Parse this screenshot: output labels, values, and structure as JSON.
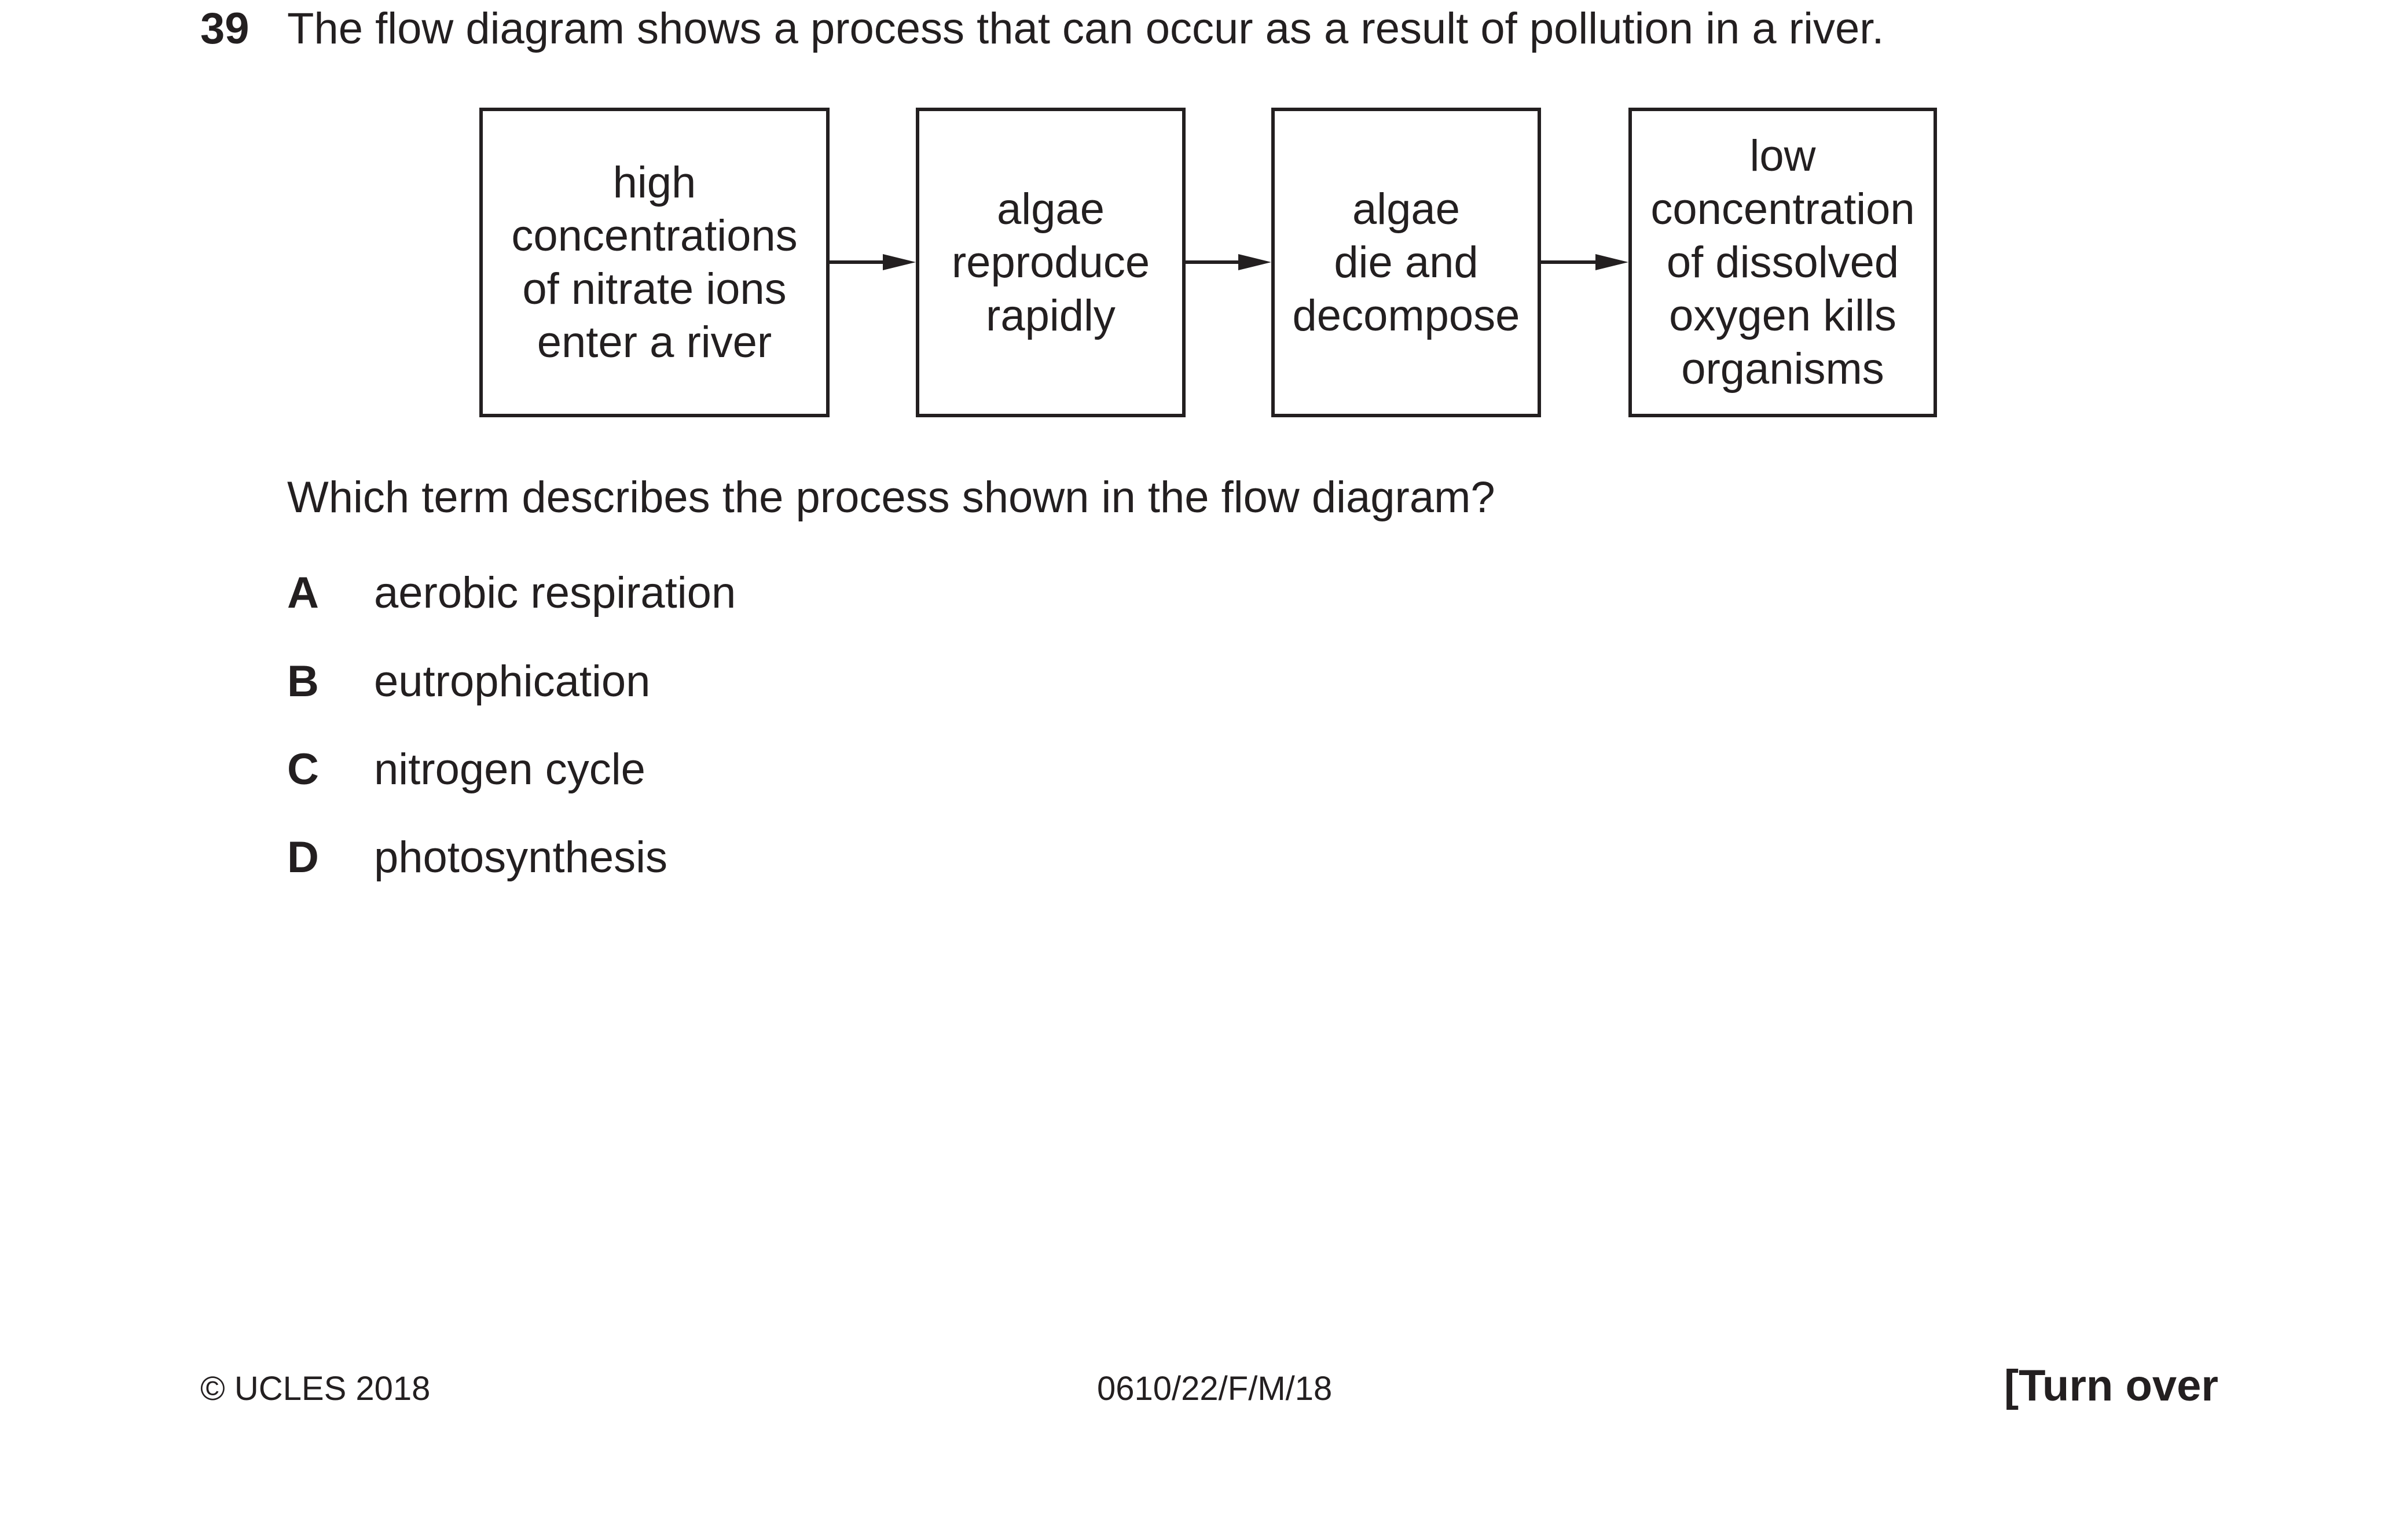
{
  "question": {
    "number": "39",
    "stem": "The flow diagram shows a process that can occur as a result of pollution in a river."
  },
  "diagram": {
    "boxes": [
      "high\nconcentrations\nof nitrate ions\nenter a river",
      "algae\nreproduce\nrapidly",
      "algae\ndie and\ndecompose",
      "low\nconcentration\nof dissolved\noxygen kills\norganisms"
    ]
  },
  "prompt": "Which term describes the process shown in the flow diagram?",
  "options": [
    {
      "letter": "A",
      "text": "aerobic respiration"
    },
    {
      "letter": "B",
      "text": "eutrophication"
    },
    {
      "letter": "C",
      "text": "nitrogen cycle"
    },
    {
      "letter": "D",
      "text": "photosynthesis"
    }
  ],
  "footer": {
    "copyright": "© UCLES 2018",
    "code": "0610/22/F/M/18",
    "turn_over": "[Turn over"
  }
}
